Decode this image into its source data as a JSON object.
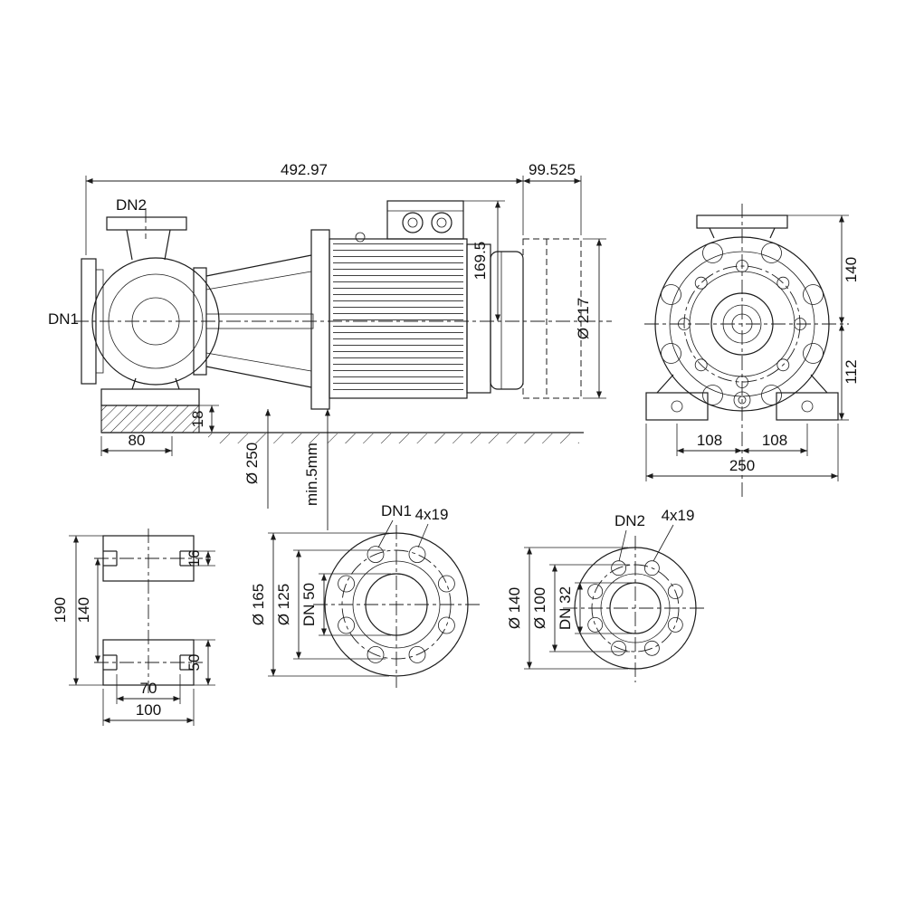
{
  "side_view": {
    "dim_total_length": "492.97",
    "dim_extension_length": "99.525",
    "label_discharge": "DN2",
    "label_suction": "DN1",
    "dim_terminal_box_height": "169.5",
    "dim_motor_diameter": "Ø 217",
    "dim_base_height": "18",
    "dim_foot_length": "80",
    "dim_base_diameter": "Ø 250",
    "dim_min_clearance": "min.5mm"
  },
  "end_view": {
    "dim_center_to_top": "140",
    "dim_center_to_base": "112",
    "dim_foot_left": "108",
    "dim_foot_right": "108",
    "dim_total_width": "250"
  },
  "foot_detail": {
    "dim_overall": "190",
    "dim_centers": "140",
    "dim_slot": "16",
    "dim_foot_width": "50",
    "dim_inner_width": "70",
    "dim_outer_width": "100"
  },
  "flange_dn1": {
    "label": "DN1",
    "label_holes": "4x19",
    "dim_outer": "Ø 165",
    "dim_bolt_circle": "Ø 125",
    "dim_bore": "DN 50"
  },
  "flange_dn2": {
    "label": "DN2",
    "label_holes": "4x19",
    "dim_outer": "Ø 140",
    "dim_bolt_circle": "Ø 100",
    "dim_bore": "DN 32"
  }
}
